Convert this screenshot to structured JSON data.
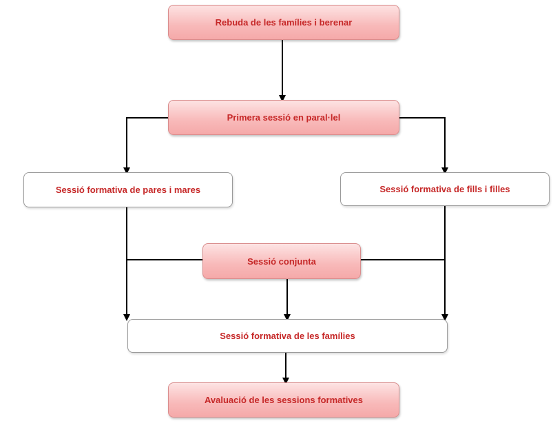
{
  "nodes": {
    "reception": "Rebuda de les famílies i berenar",
    "first_session": "Primera sessió en paral·lel",
    "parents_session": "Sessió formativa de pares i mares",
    "children_session": "Sessió formativa de fills i filles",
    "joint_session": "Sessió conjunta",
    "families_session": "Sessió formativa de les famílies",
    "evaluation": "Avaluació de les sessions formatives"
  },
  "colors": {
    "text": "#c62828",
    "pink_fill": "#f8b9b9",
    "connector": "#000000",
    "white_border": "#9a9a9a"
  }
}
